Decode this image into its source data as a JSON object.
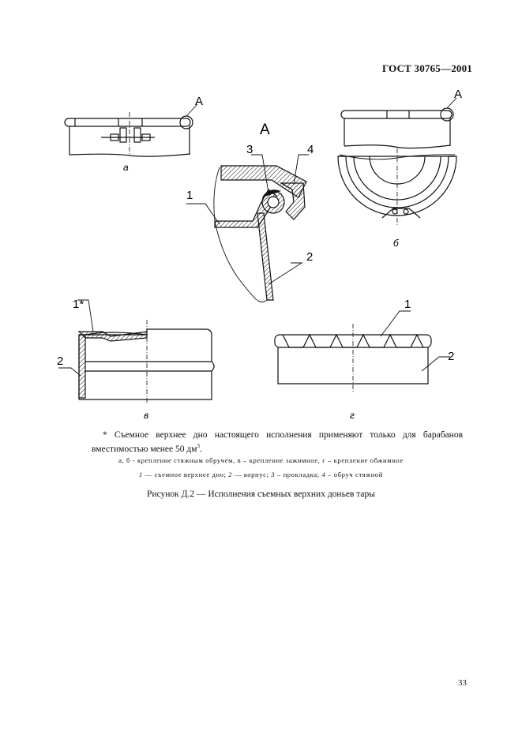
{
  "header": {
    "doc_code": "ГОСТ 30765—2001"
  },
  "figure": {
    "view_a_label": "A",
    "detail_title": "A",
    "sub_labels": {
      "a": "а",
      "b": "б",
      "v": "в",
      "g": "г"
    },
    "callouts": {
      "detail_1": "1",
      "detail_2": "2",
      "detail_3": "3",
      "detail_4": "4",
      "v_1": "1*",
      "v_2": "2",
      "g_1": "1",
      "g_2": "2"
    }
  },
  "footnote": {
    "text": "* Съемное верхнее дно настоящего исполнения применяют только для барабанов вместимостью менее 50 дм",
    "superscript": "3",
    "end": "."
  },
  "legend": {
    "line1": "а, б  -  крепление стяжным обручем, в  –  крепление зажимное, г  –  крепление обжимное",
    "items": [
      {
        "num": "1",
        "text": " — съемное верхнее дно;"
      },
      {
        "num": "2",
        "text": " — корпус;"
      },
      {
        "num": "3",
        "text": " – прокладка;"
      },
      {
        "num": "4",
        "text": " –  обруч стяжной"
      }
    ]
  },
  "caption": "Рисунок Д.2 — Исполнения съемных верхних доньев тары",
  "page_number": "33"
}
